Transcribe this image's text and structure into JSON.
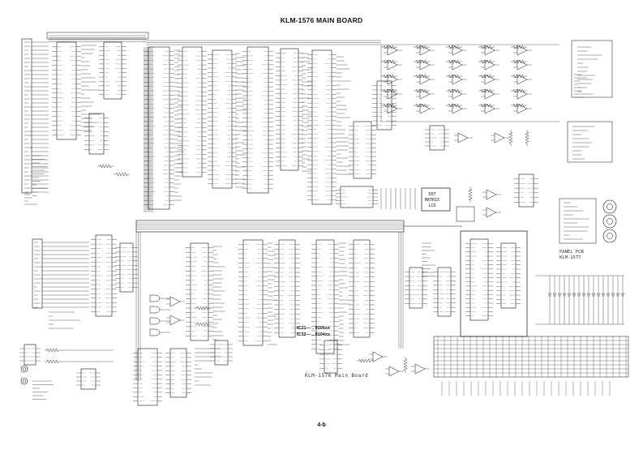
{
  "diagram": {
    "title": "KLM-1576 MAIN BOARD",
    "page_number": "4-b",
    "board_label": "KLM-1576 Main Board",
    "ic_notes": [
      "IC21—→9105xx",
      "IC32—→9104xx"
    ],
    "lcd_label_line1": "DOT",
    "lcd_label_line2": "MATRIX",
    "lcd_label_line3": "LCD",
    "panel_label_line1": "PANEL PCB",
    "panel_label_line2": "KLM-1577"
  },
  "colors": {
    "ink": "#111111",
    "paper": "#ffffff"
  }
}
